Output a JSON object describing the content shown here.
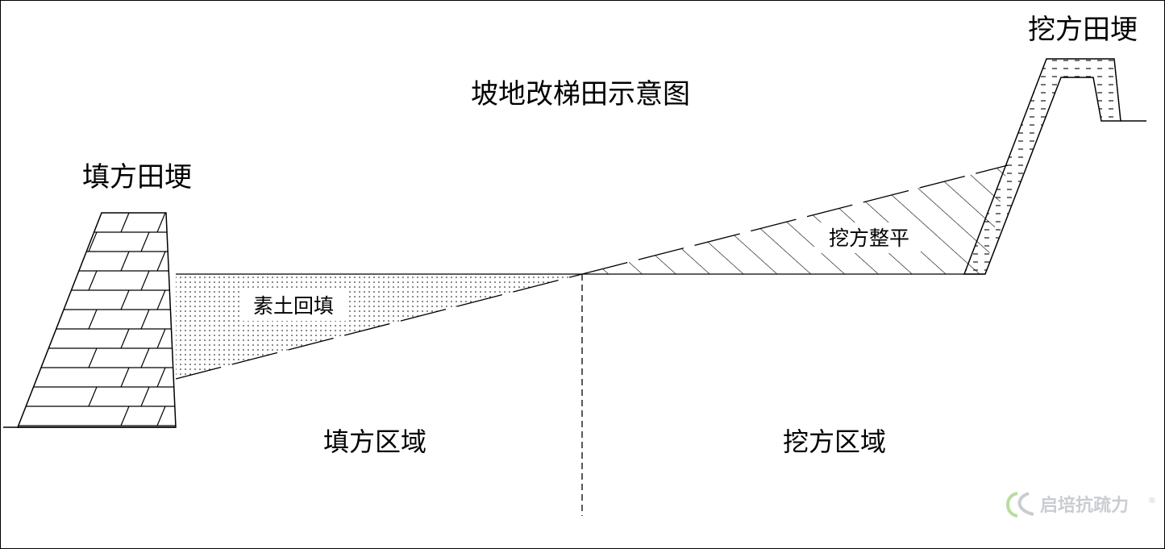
{
  "title": "坡地改梯田示意图",
  "labels": {
    "fill_ridge": "填方田埂",
    "cut_ridge": "挖方田埂",
    "backfill": "素土回填",
    "cut_level": "挖方整平",
    "fill_zone": "填方区域",
    "cut_zone": "挖方区域"
  },
  "logo": {
    "text": "启培抗疏力",
    "registered": "®"
  },
  "colors": {
    "line": "#000000",
    "background": "#ffffff",
    "logo_green": "#b9dca0",
    "logo_gray": "#c9cdd2"
  }
}
